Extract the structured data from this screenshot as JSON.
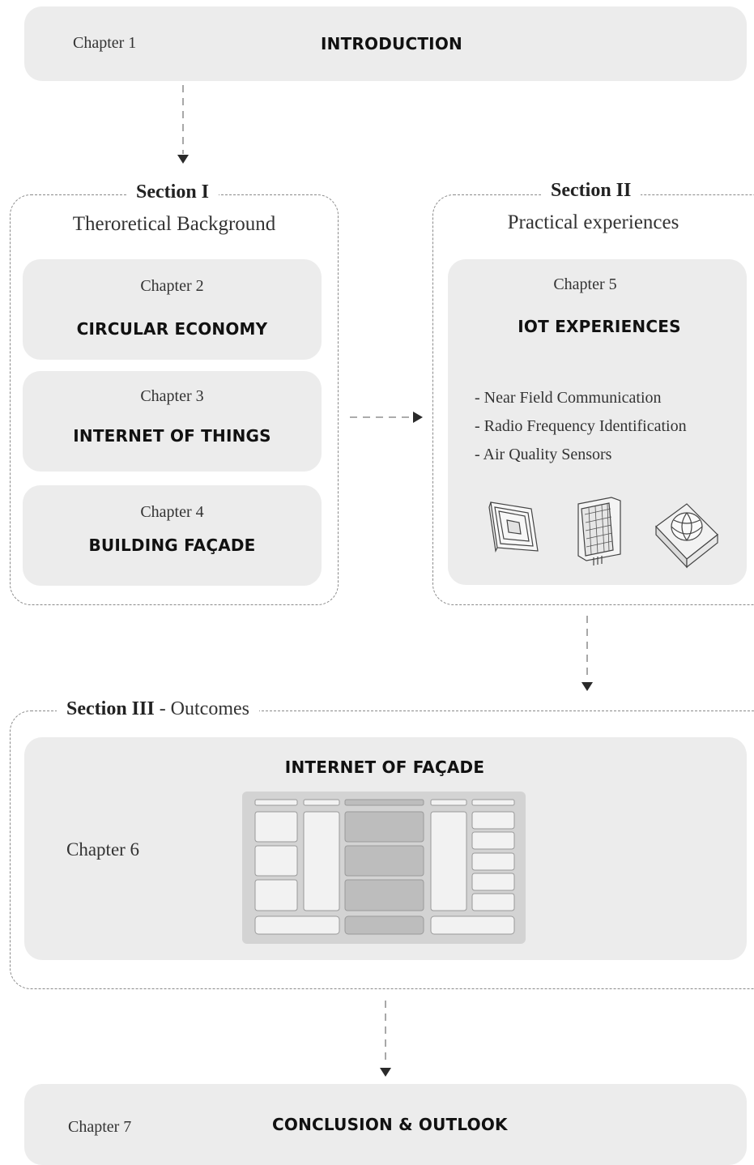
{
  "ch1": {
    "chapter": "Chapter 1",
    "title": "INTRODUCTION"
  },
  "sec1": {
    "label": "Section I",
    "subtitle": "Theroretical Background",
    "ch2": {
      "chapter": "Chapter 2",
      "title": "CIRCULAR ECONOMY"
    },
    "ch3": {
      "chapter": "Chapter 3",
      "title": "INTERNET OF THINGS"
    },
    "ch4": {
      "chapter": "Chapter 4",
      "title": "BUILDING FAÇADE"
    }
  },
  "sec2": {
    "label": "Section II",
    "subtitle": "Practical  experiences",
    "ch5": {
      "chapter": "Chapter 5",
      "title": "IOT EXPERIENCES",
      "items": [
        "- Near Field Communication",
        "- Radio Frequency Identification",
        "- Air Quality Sensors"
      ],
      "icons": [
        "nfc-tag-icon",
        "rfid-sensor-icon",
        "air-quality-sensor-icon"
      ]
    }
  },
  "sec3": {
    "label": "Section III",
    "label_suffix": " - Outcomes",
    "title": "INTERNET OF FAÇADE",
    "chapter": "Chapter 6"
  },
  "ch7": {
    "chapter": "Chapter 7",
    "title": "CONCLUSION & OUTLOOK"
  },
  "colors": {
    "box": "#ececec",
    "dash": "#8a8a8a",
    "text": "#222222"
  }
}
